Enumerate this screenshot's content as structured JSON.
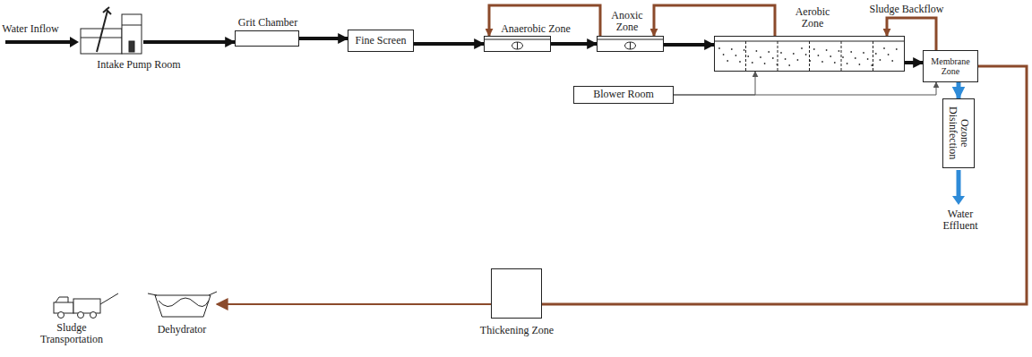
{
  "diagram": {
    "nodes": [
      {
        "text": [
          "Intake Pump Room"
        ]
      },
      {
        "text": [
          "Grit Chamber"
        ]
      },
      {
        "text": [
          "Fine Screen"
        ]
      },
      {
        "text": [
          "Anaerobic Zone"
        ]
      },
      {
        "text": [
          "Anoxic Zone"
        ]
      },
      {
        "text": [
          "Aerobic Zone"
        ]
      },
      {
        "text": [
          "Membrane Zone"
        ]
      },
      {
        "text": [
          "Blower Room"
        ]
      },
      {
        "text": [
          "Ozone Disinfection"
        ]
      },
      {
        "text": [
          "Thickening Zone"
        ]
      },
      {
        "text": [
          "Dehydrator"
        ]
      },
      {
        "text": [
          "Sludge Transportation"
        ]
      }
    ],
    "edges": [
      {
        "from": 0,
        "to": 1,
        "arrow": "to"
      },
      {
        "from": 1,
        "to": 2,
        "arrow": "to"
      },
      {
        "from": 2,
        "to": 3,
        "arrow": "to"
      },
      {
        "from": 3,
        "to": 4,
        "arrow": "to"
      },
      {
        "from": 4,
        "to": 5,
        "arrow": "to"
      },
      {
        "from": 5,
        "to": 6,
        "arrow": "to"
      },
      {
        "from": 6,
        "to": 8,
        "arrow": "to"
      },
      {
        "from": 7,
        "to": 5,
        "arrow": "to"
      },
      {
        "from": 7,
        "to": 6,
        "arrow": "to"
      },
      {
        "from": 4,
        "to": 3,
        "arrow": "to"
      },
      {
        "from": 5,
        "to": 4,
        "arrow": "to"
      },
      {
        "from": 6,
        "to": 5,
        "arrow": "to"
      },
      {
        "from": 6,
        "to": 9,
        "arrow": "none"
      },
      {
        "from": 9,
        "to": 10,
        "arrow": "to"
      }
    ],
    "labels": [
      "Water Inflow",
      "Sludge Backflow",
      "Water Effluent"
    ]
  }
}
